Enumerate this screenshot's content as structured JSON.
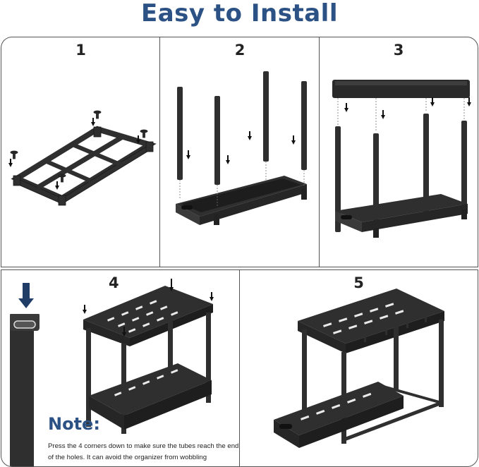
{
  "title": "Easy to Install",
  "steps": [
    {
      "number": "1"
    },
    {
      "number": "2"
    },
    {
      "number": "3"
    },
    {
      "number": "4"
    },
    {
      "number": "5"
    }
  ],
  "note": {
    "heading": "Note:",
    "text": "Press the 4 corners down to make sure the tubes reach the end of the holes. It can avoid the organizer from wobbling"
  },
  "colors": {
    "title": "#2b5185",
    "product": "#2f2f2f",
    "border": "#555555",
    "background": "#ffffff"
  }
}
